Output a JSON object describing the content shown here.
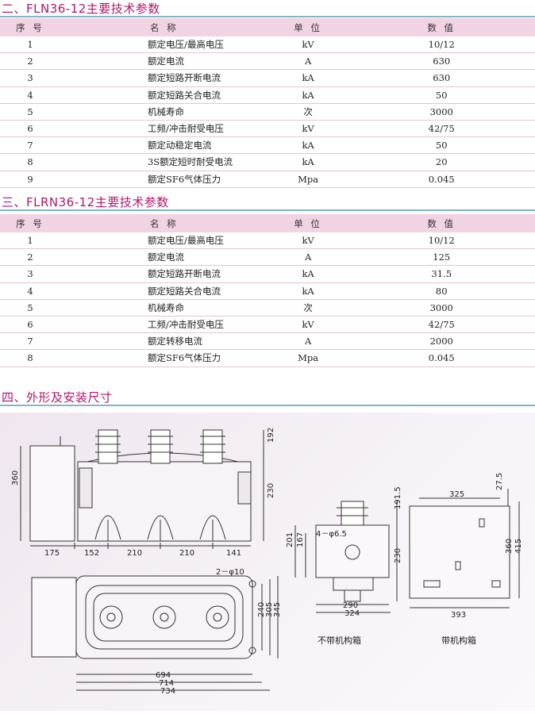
{
  "sections": {
    "fln": {
      "title": "二、FLN36-12主要技术参数",
      "headers": [
        "序  号",
        "名  称",
        "单  位",
        "数  值"
      ],
      "rows": [
        {
          "no": "1",
          "name": "额定电压/最高电压",
          "unit": "kV",
          "value": "10/12"
        },
        {
          "no": "2",
          "name": "额定电流",
          "unit": "A",
          "value": "630"
        },
        {
          "no": "3",
          "name": "额定短路开断电流",
          "unit": "kA",
          "value": "630"
        },
        {
          "no": "4",
          "name": "额定短路关合电流",
          "unit": "kA",
          "value": "50"
        },
        {
          "no": "5",
          "name": "机械寿命",
          "unit": "次",
          "value": "3000"
        },
        {
          "no": "6",
          "name": "工频/冲击耐受电压",
          "unit": "kV",
          "value": "42/75"
        },
        {
          "no": "7",
          "name": "额定动稳定电流",
          "unit": "kA",
          "value": "50"
        },
        {
          "no": "8",
          "name": "3S额定短时耐受电流",
          "unit": "kA",
          "value": "20"
        },
        {
          "no": "9",
          "name": "额定SF6气体压力",
          "unit": "Mpa",
          "value": "0.045"
        }
      ]
    },
    "flrn": {
      "title": "三、FLRN36-12主要技术参数",
      "headers": [
        "序  号",
        "名  称",
        "单  位",
        "数  值"
      ],
      "rows": [
        {
          "no": "1",
          "name": "额定电压/最高电压",
          "unit": "kV",
          "value": "10/12"
        },
        {
          "no": "2",
          "name": "额定电流",
          "unit": "A",
          "value": "125"
        },
        {
          "no": "3",
          "name": "额定短路开断电流",
          "unit": "kA",
          "value": "31.5"
        },
        {
          "no": "4",
          "name": "额定短路关合电流",
          "unit": "kA",
          "value": "80"
        },
        {
          "no": "5",
          "name": "机械寿命",
          "unit": "次",
          "value": "3000"
        },
        {
          "no": "6",
          "name": "工频/冲击耐受电压",
          "unit": "kV",
          "value": "42/75"
        },
        {
          "no": "7",
          "name": "额定转移电流",
          "unit": "A",
          "value": "2000"
        },
        {
          "no": "8",
          "name": "额定SF6气体压力",
          "unit": "Mpa",
          "value": "0.045"
        }
      ]
    },
    "dims": {
      "title": "四、外形及安装尺寸",
      "front_view": {
        "height_left": "360",
        "height_top": "192",
        "height_body": "230",
        "bottom_dims": [
          "175",
          "152",
          "210",
          "210",
          "141"
        ]
      },
      "plan_view": {
        "hole_label": "2－φ10",
        "right_dims": [
          "240",
          "305",
          "345"
        ],
        "bottom_dims": [
          "694",
          "714",
          "734"
        ]
      },
      "side_view": {
        "hole_label": "4－φ6.5",
        "left_dims": [
          "201",
          "167"
        ],
        "right_dims": [
          "191.5",
          "230"
        ],
        "bottom_dims": [
          "290",
          "324"
        ],
        "caption": "不带机构箱"
      },
      "box_view": {
        "top_dims": [
          "325",
          "27.5"
        ],
        "right_dims": [
          "360",
          "415"
        ],
        "bottom_dim": "393",
        "caption": "带机构箱"
      }
    }
  },
  "colors": {
    "title": "#b0176a",
    "header_bg": "#f2d3e3",
    "rule": "#7fb7c8"
  }
}
